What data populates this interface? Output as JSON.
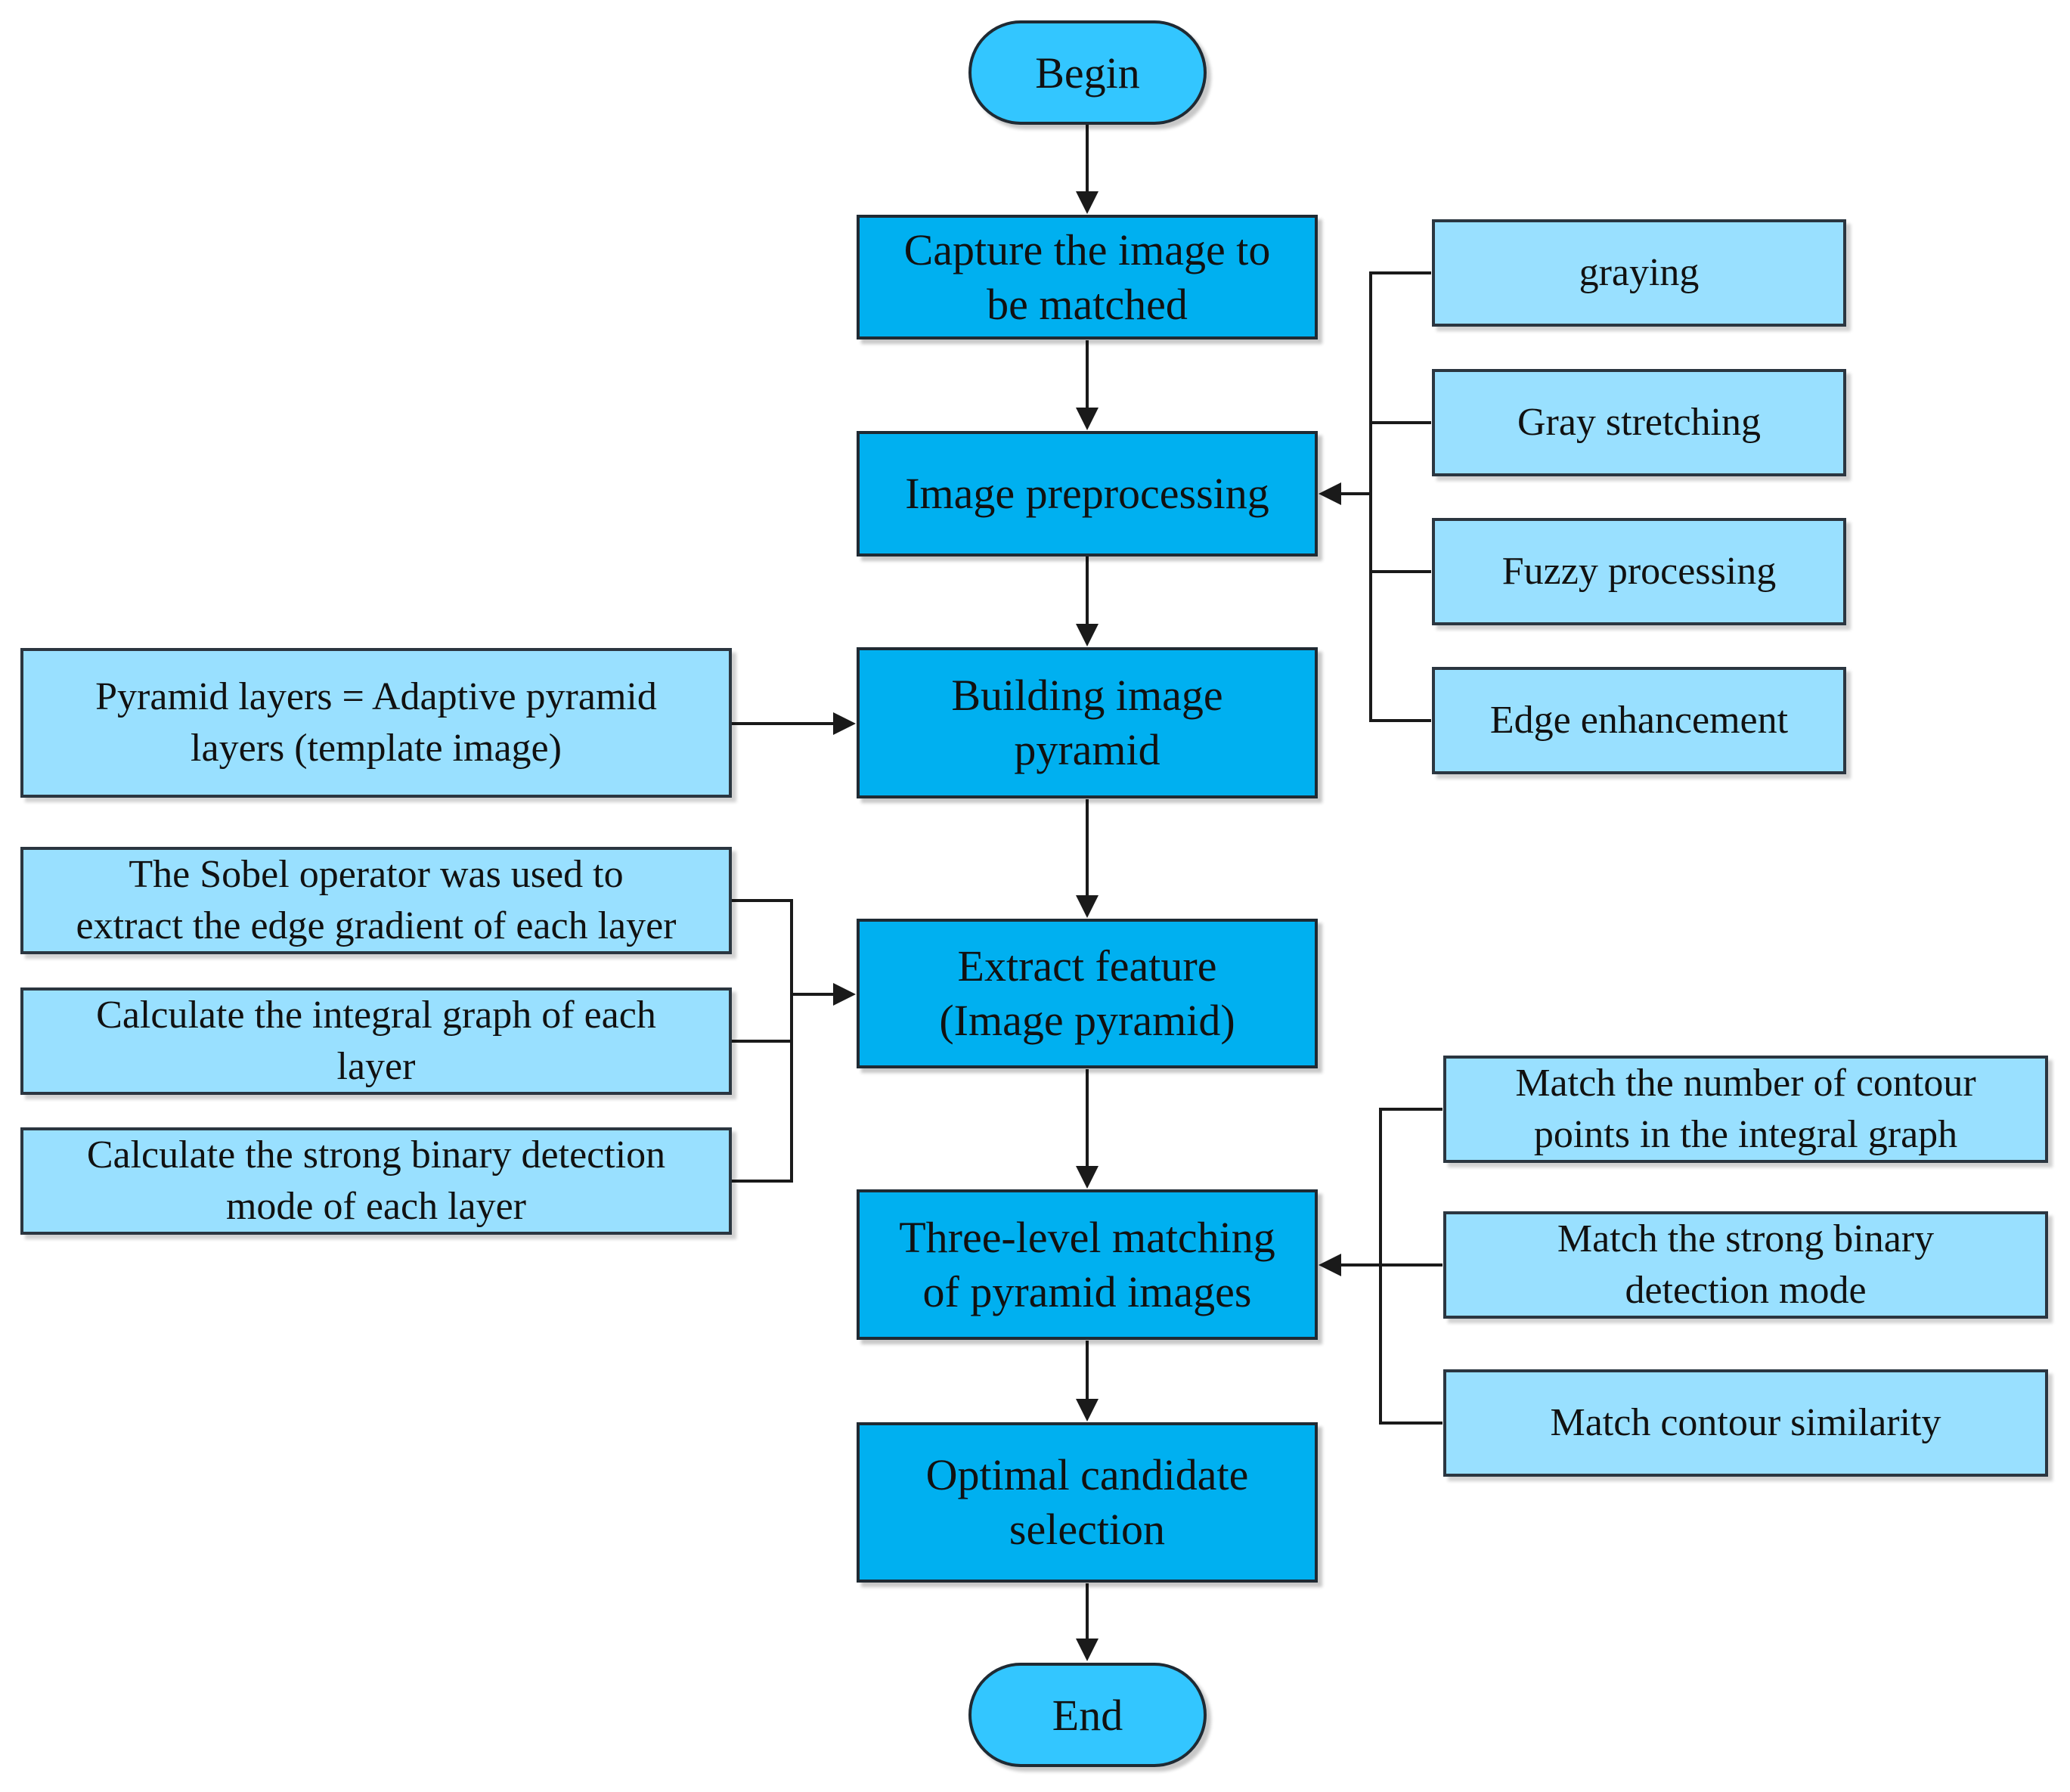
{
  "colors": {
    "main_box": "#00b0f0",
    "side_box": "#99e0ff",
    "terminal": "#33c6ff",
    "line": "#1a1a1a"
  },
  "begin": "Begin",
  "end": "End",
  "steps": {
    "capture": "Capture the image to\nbe matched",
    "preprocess": "Image preprocessing",
    "pyramid": "Building image\npyramid",
    "extract": "Extract feature\n(Image pyramid)",
    "matching": "Three-level matching\nof pyramid images",
    "optimal": "Optimal candidate\nselection"
  },
  "preprocessing": [
    "graying",
    "Gray stretching",
    "Fuzzy processing",
    "Edge enhancement"
  ],
  "pyramid_layers": "Pyramid layers = Adaptive pyramid\nlayers (template image)",
  "features": [
    "The Sobel operator was used to\nextract the edge gradient of each layer",
    "Calculate the integral graph of each\nlayer",
    "Calculate the strong binary detection\nmode of each layer"
  ],
  "matching_steps": [
    "Match the number of contour\npoints in the integral graph",
    "Match the strong binary\ndetection mode",
    "Match contour similarity"
  ]
}
